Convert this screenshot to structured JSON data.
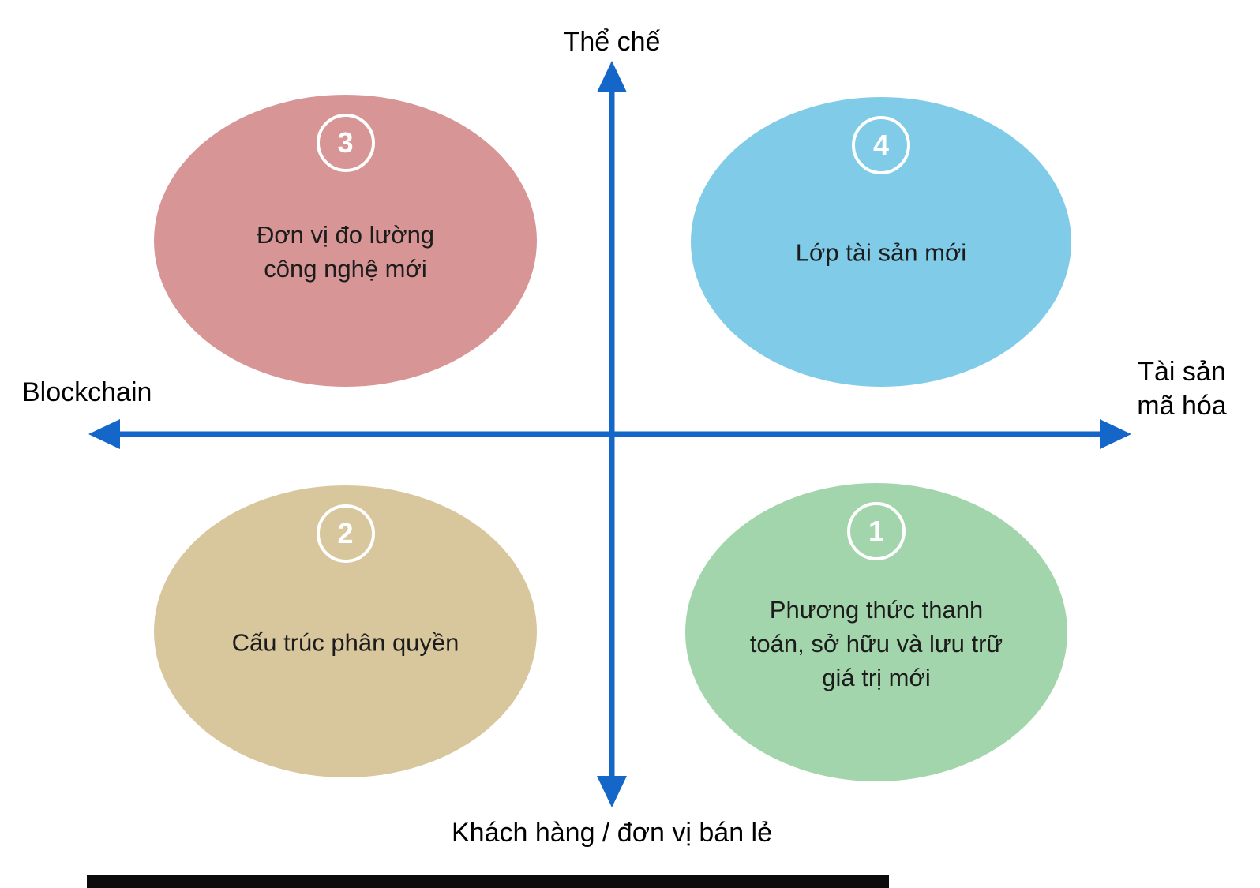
{
  "diagram": {
    "axis": {
      "top_label": "Thể chế",
      "bottom_label": "Khách hàng / đơn vị bán lẻ",
      "left_label": "Blockchain",
      "right_label": "Tài sản\nmã hóa",
      "color": "#1467c8"
    },
    "quadrants": {
      "top_left": {
        "number": "3",
        "text": "Đơn vị đo lường\ncông nghệ mới",
        "color": "#d89595"
      },
      "top_right": {
        "number": "4",
        "text": "Lớp tài sản mới",
        "color": "#7fcbe8"
      },
      "bottom_left": {
        "number": "2",
        "text": "Cấu trúc phân quyền",
        "color": "#d8c79c"
      },
      "bottom_right": {
        "number": "1",
        "text": "Phương thức thanh\ntoán, sở hữu và lưu trữ\ngiá trị mới",
        "color": "#a2d5ab"
      }
    }
  }
}
